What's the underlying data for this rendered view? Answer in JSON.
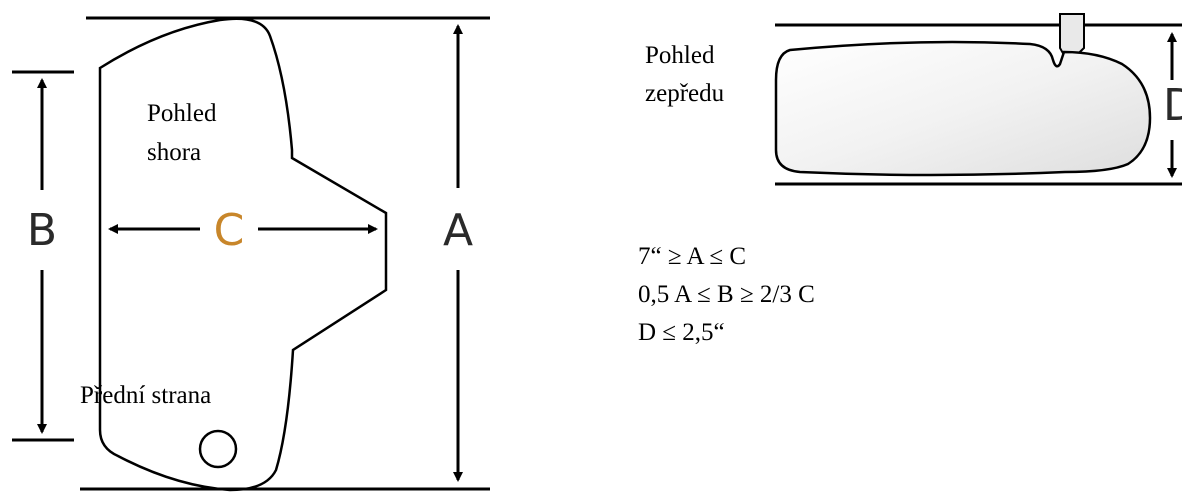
{
  "top_view": {
    "label_line1": "Pohled",
    "label_line2": "shora",
    "front_label": "Přední strana"
  },
  "front_view": {
    "label_line1": "Pohled",
    "label_line2": "zepředu"
  },
  "dimensions": {
    "a": "A",
    "b": "B",
    "c": "C",
    "d": "D"
  },
  "rules": [
    "7“ ≥ A ≤ C",
    "0,5 A ≤ B ≥ 2/3 C",
    "D ≤ 2,5“"
  ],
  "colors": {
    "line": "#000000",
    "c_letter": "#c8862a",
    "letter": "#2a2a2a"
  }
}
